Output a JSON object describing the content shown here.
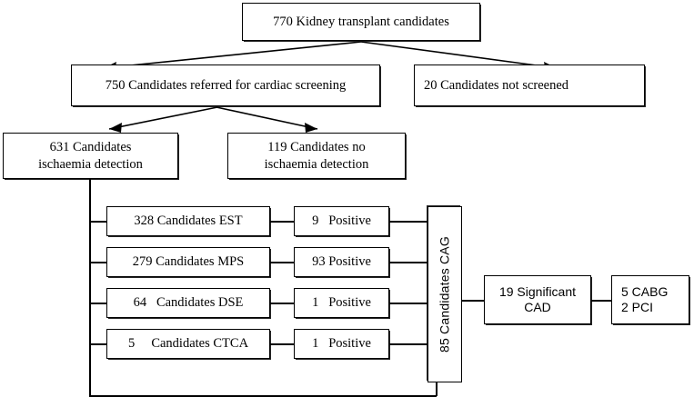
{
  "figure": {
    "type": "flowchart",
    "title": "Kidney transplant candidate cardiac screening flow",
    "font_note": "serif boxes left/center, sans-serif for CAG and outcome boxes"
  },
  "nodes": {
    "total": {
      "label": "770 Kidney transplant candidates",
      "count": 770
    },
    "referred": {
      "label": "750 Candidates referred for cardiac screening",
      "count": 750
    },
    "not_screened": {
      "label": "20 Candidates not screened",
      "count": 20
    },
    "ischaemia_yes": {
      "line1": "631 Candidates",
      "line2": "ischaemia detection",
      "count": 631
    },
    "ischaemia_no": {
      "line1": "119 Candidates no",
      "line2": "ischaemia detection",
      "count": 119
    },
    "cag": {
      "label": "85 Candidates CAG",
      "count": 85
    },
    "cad": {
      "line1": "19 Significant",
      "line2": "CAD",
      "count": 19
    },
    "treatment": {
      "line1": "5 CABG",
      "line2": "2 PCI",
      "cabg": 5,
      "pci": 2
    }
  },
  "tests": [
    {
      "test_label": "328 Candidates EST",
      "positive_label": "9   Positive",
      "candidates": 328,
      "positive": 9
    },
    {
      "test_label": "279 Candidates MPS",
      "positive_label": "93 Positive",
      "candidates": 279,
      "positive": 93
    },
    {
      "test_label": "64   Candidates DSE",
      "positive_label": "1   Positive",
      "candidates": 64,
      "positive": 1
    },
    {
      "test_label": "5     Candidates CTCA",
      "positive_label": "1   Positive",
      "candidates": 5,
      "positive": 1
    }
  ],
  "colors": {
    "stroke": "#000000",
    "background": "#ffffff",
    "text": "#000000"
  }
}
